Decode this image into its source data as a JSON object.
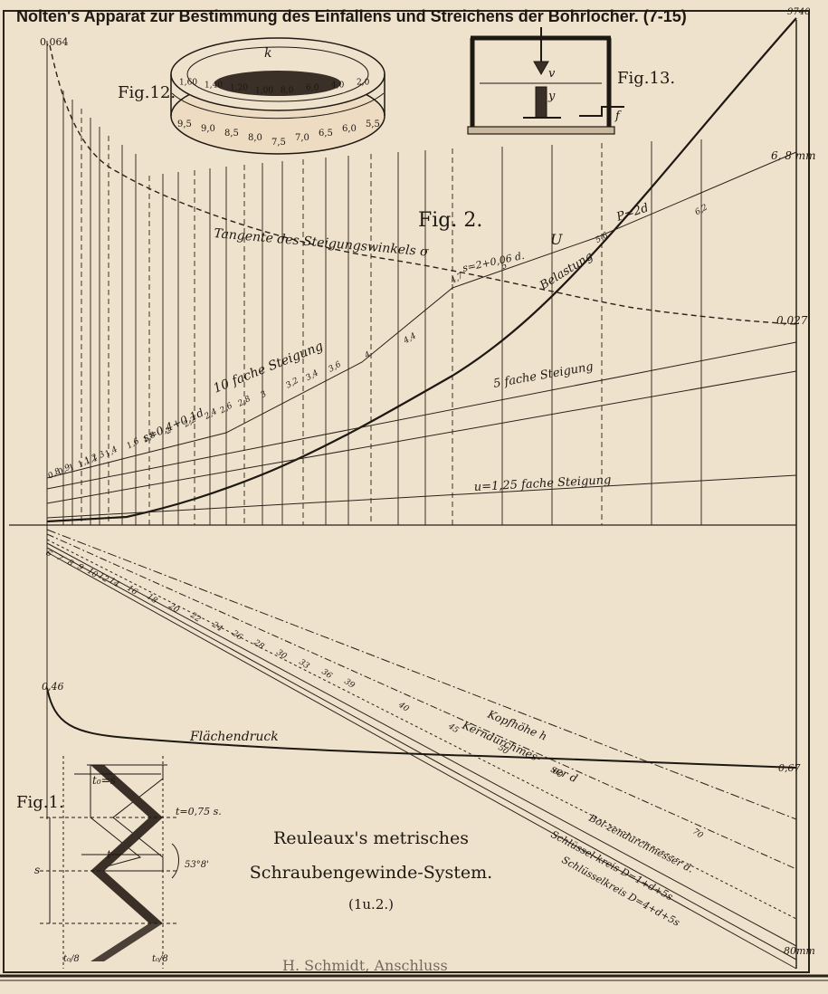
{
  "header": {
    "title": "Nolten's Apparat zur Bestimmung des Einfallens und Streichens der Bohrlöcher. (7-15)"
  },
  "fig12": {
    "label": "Fig.12.",
    "k": "k",
    "ticks_top": [
      "1,60",
      "1,40",
      "1,20",
      "1,00",
      "8,0",
      "6,0",
      "4,0",
      "2,0"
    ],
    "ticks_bottom": [
      "9,5",
      "9,0",
      "8,5",
      "8,0",
      "7,5",
      "7,0",
      "6,5",
      "6,0",
      "5,5"
    ]
  },
  "fig13": {
    "label": "Fig.13.",
    "v": "v",
    "y": "y",
    "f": "f"
  },
  "fig2": {
    "label": "Fig. 2.",
    "top_left_value": "0,064",
    "top_right_value": "9740",
    "right_value_pitch": "6, 8 mm",
    "right_value_tangent": "0,027",
    "tangent_label": "Tangente des Steigungswinkels σ",
    "s_formula": "s=2+0,06 d.",
    "U_label": "U",
    "P_formula": "P=2d",
    "belastung": "Belastung",
    "ten_fold": "10 fache Steigung",
    "s_formula_small": "s=0,4+0,1d",
    "five_fold": "5 fache Steigung",
    "u_formula": "u=1,25 fache Steigung",
    "pitch_values": [
      "0,8",
      "0,9",
      "1",
      "1,1",
      "1,2",
      "1,3",
      "1,4",
      "1,6",
      "1,8",
      "2",
      "2,2",
      "2,4",
      "2,6",
      "2,8",
      "3",
      "3,2",
      "3,4",
      "3,6",
      "4",
      "4,4",
      "4,7",
      "5",
      "5,6",
      "6,2"
    ],
    "diameter_values": [
      "6",
      "7",
      "8",
      "9",
      "10",
      "12",
      "14",
      "16",
      "18",
      "20",
      "22",
      "24",
      "26",
      "28",
      "30",
      "33",
      "36",
      "39",
      "40",
      "45",
      "50",
      "60",
      "70"
    ],
    "kopfhohe": "Kopfhöhe h",
    "kern1": "Kerndurchmes-",
    "kern2": "ser d",
    "bolzen": "Bol-zendurchmesser d.",
    "schluessel1": "Schlüssel-kreis D=1+d+5s",
    "schluessel2": "Schlüsselkreis D=4+d+5s",
    "left_value_flachen": "0,46",
    "right_value_flachen": "0,67",
    "flachendruck": "Flächendruck",
    "bottom_right_value": "80mm"
  },
  "fig1": {
    "label": "Fig.1.",
    "t0_top": "t₀=s",
    "t_eq": "t=0,75 s.",
    "t": "t",
    "s": "s",
    "angle": "53°8'",
    "t0_bottom_left": "t₀/8",
    "t0_bottom_right": "t₀/8"
  },
  "caption": {
    "line1": "Reuleaux's metrisches",
    "line2": "Schraubengewinde-System.",
    "line3": "(1u.2.)"
  },
  "footer": {
    "text": "H. Schmidt, Anschluss"
  }
}
